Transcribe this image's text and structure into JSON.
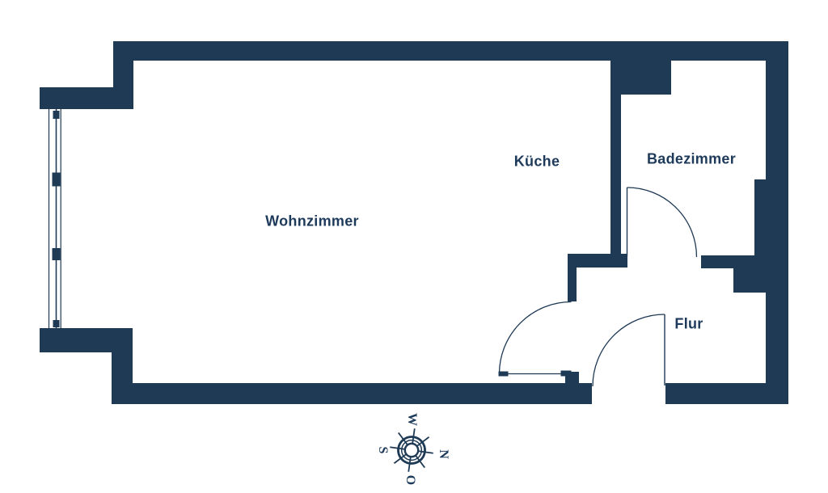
{
  "colors": {
    "wall": "#1f3a55",
    "text": "#1e3a5a",
    "background": "#ffffff"
  },
  "rooms": [
    {
      "id": "wohnzimmer",
      "label": "Wohnzimmer"
    },
    {
      "id": "kueche",
      "label": "Küche"
    },
    {
      "id": "badezimmer",
      "label": "Badezimmer"
    },
    {
      "id": "flur",
      "label": "Flur"
    }
  ],
  "compass": {
    "top": "W",
    "left": "S",
    "right": "N",
    "bottom": "O"
  }
}
